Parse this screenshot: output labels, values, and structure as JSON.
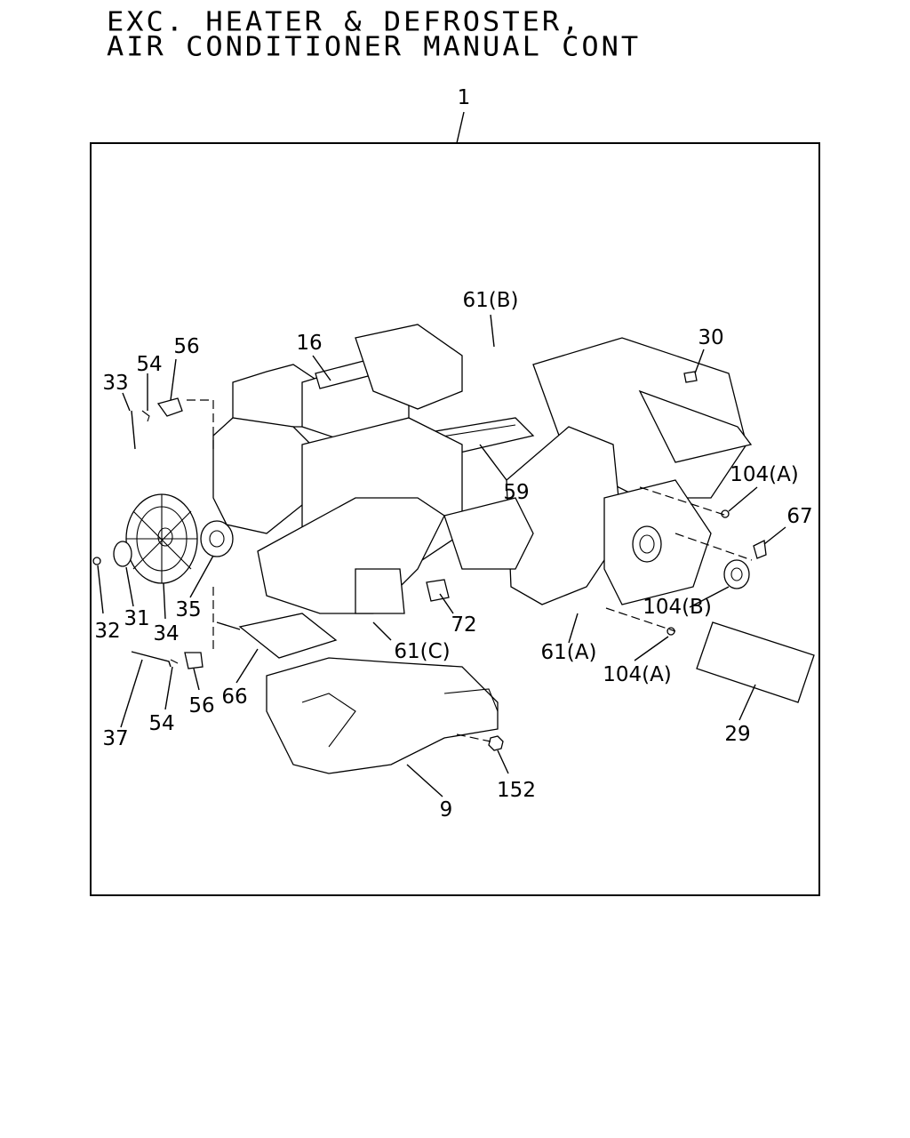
{
  "title": {
    "line1": "EXC. HEATER & DEFROSTER,",
    "line2": "AIR CONDITIONER MANUAL CONT"
  },
  "callouts": {
    "c1": "1",
    "c16": "16",
    "c61b": "61(B)",
    "c30": "30",
    "c56a": "56",
    "c54a": "54",
    "c33": "33",
    "c59": "59",
    "c104a1": "104(A)",
    "c67": "67",
    "c104b": "104(B)",
    "c61a": "61(A)",
    "c104a2": "104(A)",
    "c29": "29",
    "c72": "72",
    "c61c": "61(C)",
    "c32": "32",
    "c31": "31",
    "c34": "34",
    "c35": "35",
    "c66": "66",
    "c56b": "56",
    "c37": "37",
    "c54b": "54",
    "c152": "152",
    "c9": "9"
  }
}
